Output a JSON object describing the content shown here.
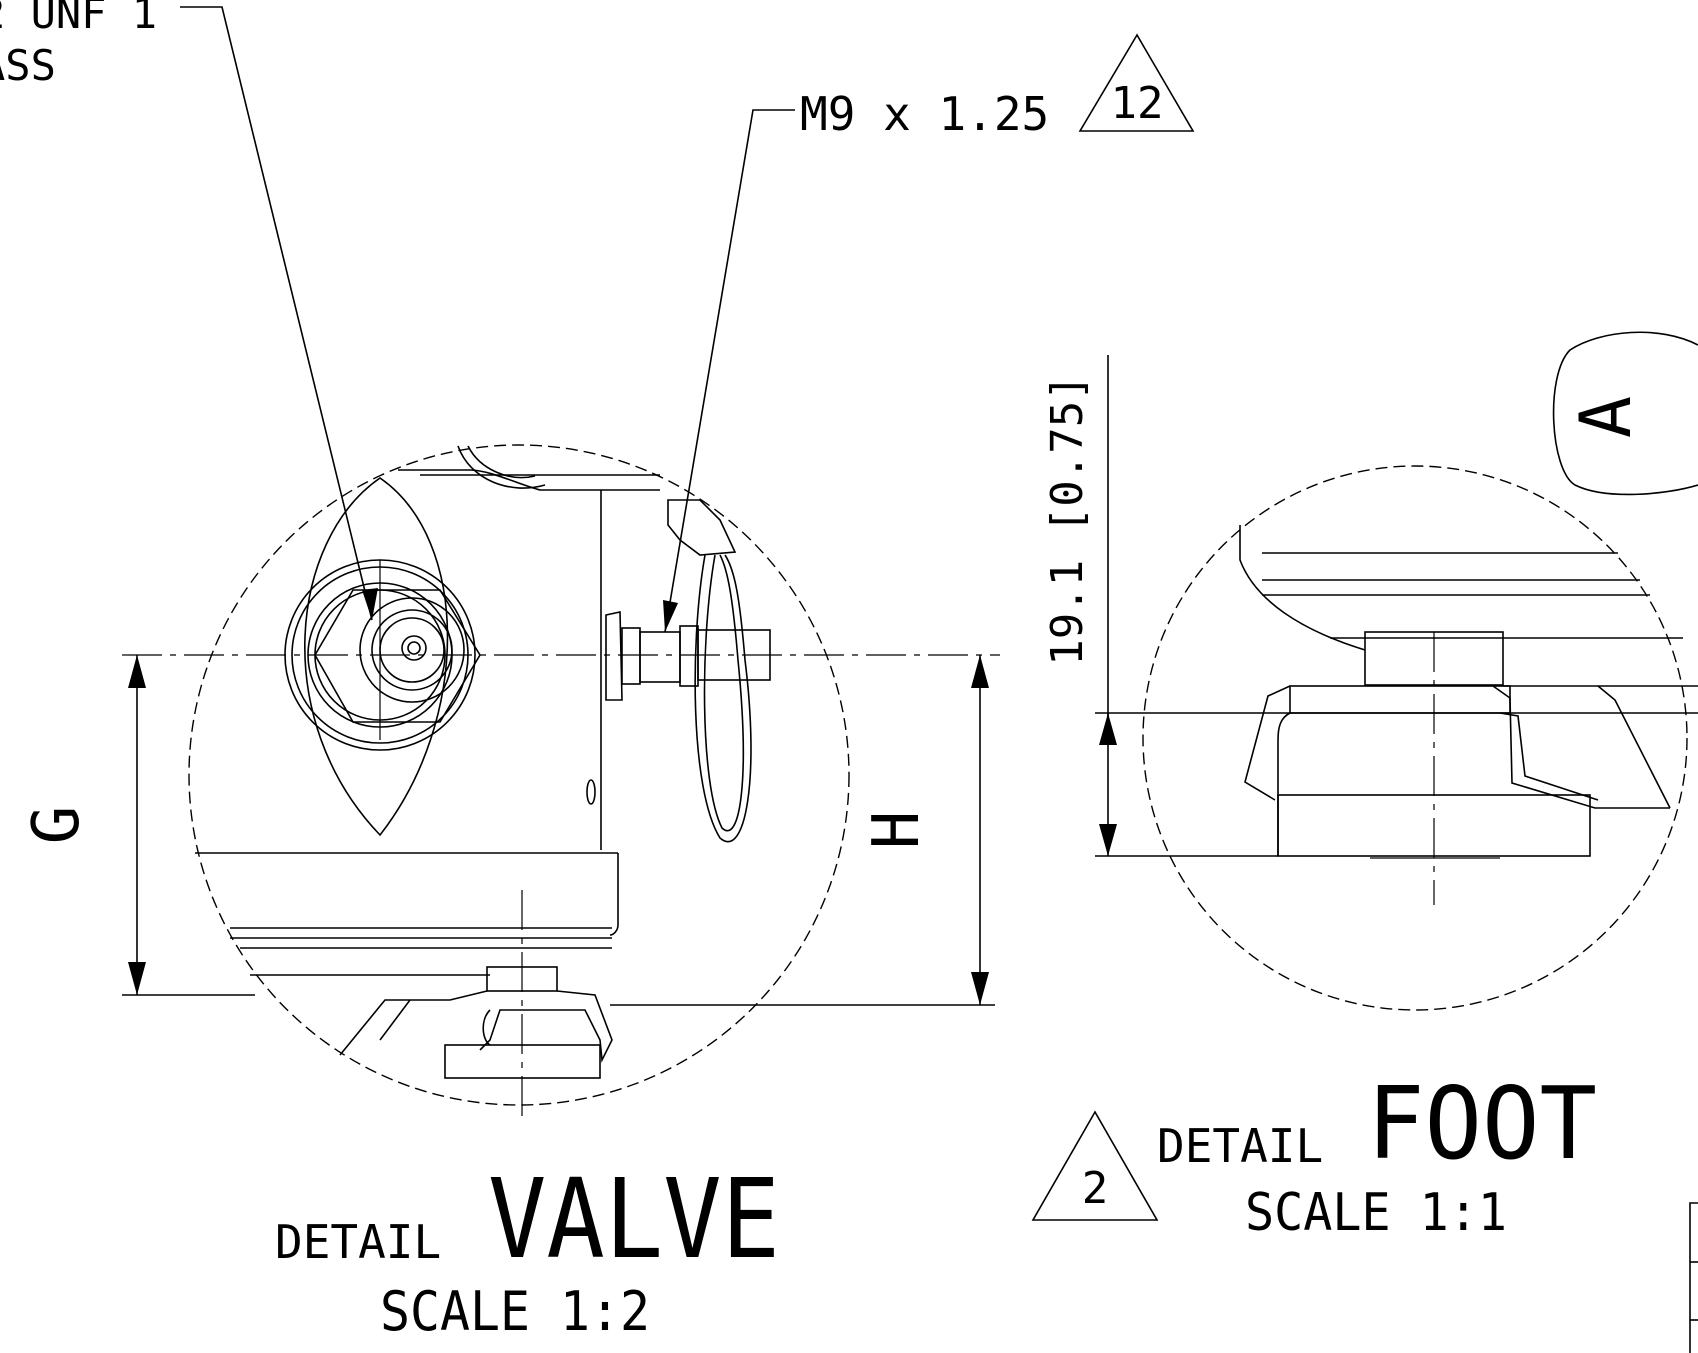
{
  "callouts": {
    "thread_left_line1": "2 UNF 1",
    "thread_left_line2": "ASS",
    "thread_right": "M9 x 1.25",
    "thread_right_rev": "12"
  },
  "dimensions": {
    "g_label": "G",
    "h_label": "H",
    "foot_height": "19.1 [0.75]"
  },
  "section_marker": {
    "label": "A"
  },
  "detail_valve": {
    "prefix": "DETAIL",
    "name": "VALVE",
    "scale": "SCALE 1:2"
  },
  "detail_foot": {
    "revision": "2",
    "prefix": "DETAIL",
    "name": "FOOT",
    "scale": "SCALE 1:1"
  }
}
